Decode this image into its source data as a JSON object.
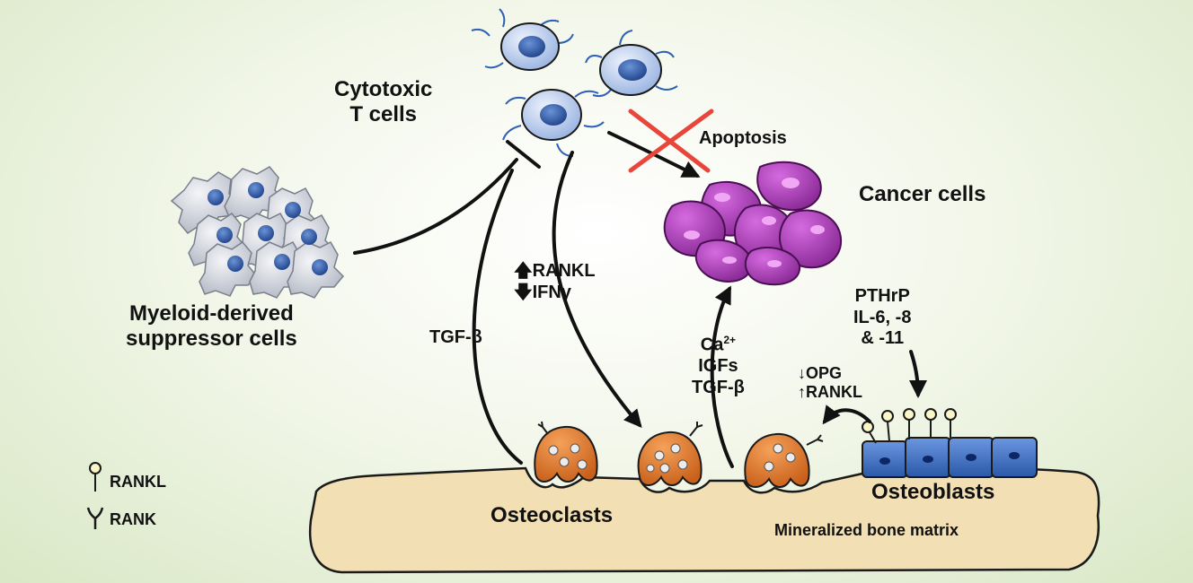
{
  "labels": {
    "cytotoxic_line1": "Cytotoxic",
    "cytotoxic_line2": "T cells",
    "mdsc_line1": "Myeloid-derived",
    "mdsc_line2": "suppressor cells",
    "apoptosis": "Apoptosis",
    "cancer": "Cancer cells",
    "rankl_up": "RANKL",
    "ifn_down": "IFNγ",
    "tgf_left": "TGF-β",
    "ca": "Ca",
    "ca_sup": "2+",
    "igfs": "IGFs",
    "tgf_mid": "TGF-β",
    "opg_down": "OPG",
    "rankl_up2": "RANKL",
    "pthrp": "PTHrP",
    "il": "IL-6, -8",
    "il11": "& -11",
    "osteoclasts": "Osteoclasts",
    "osteoblasts": "Osteoblasts",
    "bone_matrix": "Mineralized bone matrix",
    "legend_rankl": "RANKL",
    "legend_rank": "RANK"
  },
  "glyphs": {
    "up": "🡅",
    "down": "🡇",
    "up_thin": "↑",
    "down_thin": "↓"
  },
  "colors": {
    "tcell": "#c8d8f2",
    "tcell_nucleus": "#3f6fc0",
    "mdsc": "#d4d7df",
    "mdsc_nucleus": "#3e5ea8",
    "cancer": "#b43fc0",
    "cancer_light": "#e08ce8",
    "osteoclast": "#e07b2a",
    "osteoblast": "#3a6bc6",
    "bone": "#f2dfb3",
    "inhibit_x": "#e8463a"
  }
}
